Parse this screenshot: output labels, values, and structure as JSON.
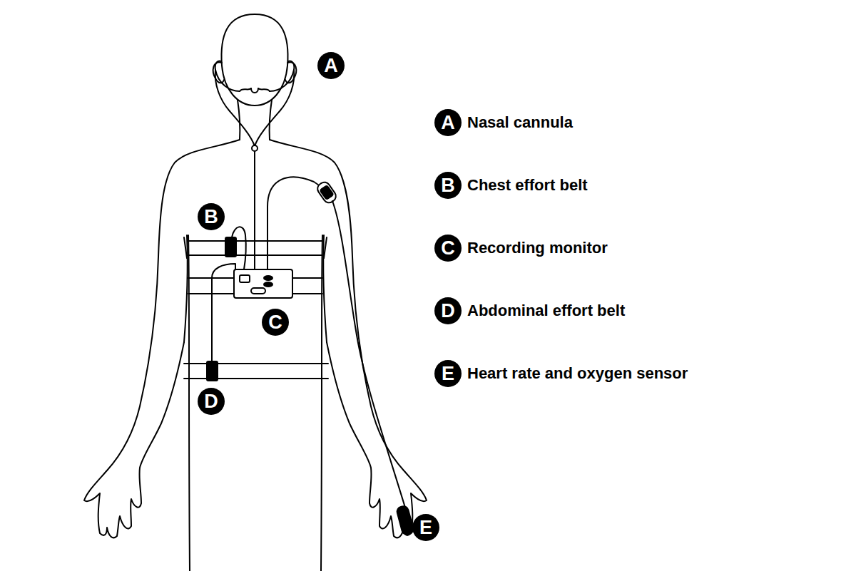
{
  "diagram": {
    "nodes": [
      {
        "text": [
          "A"
        ]
      },
      {
        "text": [
          "B"
        ]
      },
      {
        "text": [
          "C"
        ]
      },
      {
        "text": [
          "D"
        ]
      },
      {
        "text": [
          "E"
        ]
      },
      {
        "text": [
          "A",
          "Nasal cannula"
        ]
      },
      {
        "text": [
          "B",
          "Chest effort belt"
        ]
      },
      {
        "text": [
          "C",
          "Recording monitor"
        ]
      },
      {
        "text": [
          "D",
          "Abdominal effort belt"
        ]
      },
      {
        "text": [
          "E",
          "Heart rate and oxygen sensor"
        ]
      }
    ]
  }
}
